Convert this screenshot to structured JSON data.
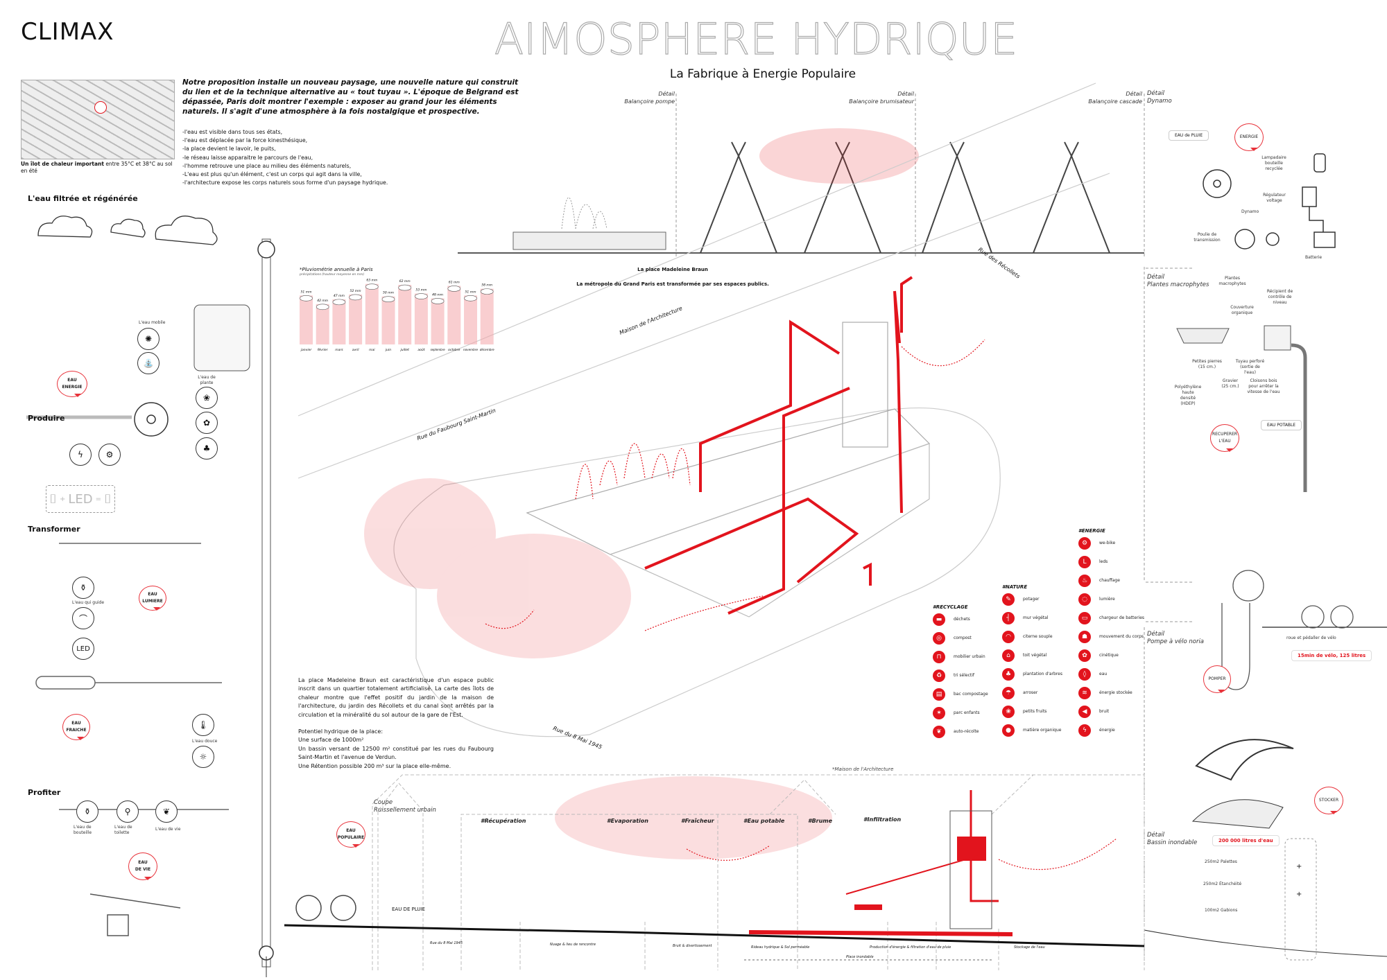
{
  "header": {
    "brand": "CLIMAX",
    "title": "AIMOSPHERE HYDRIQUE",
    "subtitle": "La Fabrique à Energie Populaire"
  },
  "map": {
    "caption_bold": "Un îlot de chaleur important",
    "caption_rest": " entre 35°C et 38°C au sol en été"
  },
  "intro": {
    "lead": "Notre proposition installe un nouveau paysage, une nouvelle nature qui construit du lien et de la technique alternative au « tout tuyau ». L'époque de Belgrand est dépassée, Paris doit montrer l'exemple : exposer au grand jour les éléments naturels. Il s'agit d'une atmosphère à la fois nostalgique et prospective.",
    "bullets": [
      "-l'eau est visible dans tous ses états,",
      "-l'eau est déplacée par la force kinesthésique,",
      "-la place devient le lavoir, le puits,",
      "-le réseau laisse apparaitre le parcours de l'eau,",
      "-l'homme retrouve une place au milieu des éléments naturels,",
      "-L'eau est plus qu'un élément, c'est un corps qui agit dans la ville,",
      "-l'architecture expose les corps naturels sous forme d'un paysage hydrique."
    ]
  },
  "left": {
    "heading": "L'eau filtrée et régénérée",
    "stages": [
      "Produire",
      "Transformer",
      "Profiter"
    ],
    "icon_labels": {
      "mobile": "L'eau mobile",
      "plante": "L'eau de plante",
      "guide": "L'eau qui guide",
      "douce": "L'eau douce",
      "bouteille": "L'eau de bouteille",
      "toilette": "L'eau de toilette",
      "vie": "L'eau de vie"
    },
    "led_formula": [
      "+",
      "LED",
      "="
    ],
    "led_icon": "LED",
    "bubbles": {
      "energie": [
        "EAU",
        "ENERGIE"
      ],
      "lumiere": [
        "EAU",
        "LUMIERE"
      ],
      "fraiche": [
        "EAU",
        "FRAICHE"
      ],
      "vie": [
        "EAU",
        "DE VIE"
      ],
      "populaire": [
        "EAU",
        "POPULAIRE"
      ]
    }
  },
  "top_details": [
    {
      "title": "Détail",
      "name": "Balançoire pompe"
    },
    {
      "title": "Détail",
      "name": "Balançoire brumisateur"
    },
    {
      "title": "Détail",
      "name": "Balançoire cascade"
    },
    {
      "title": "Détail",
      "name": "Dynamo"
    }
  ],
  "chart_data": {
    "type": "bar",
    "title": "*Pluviométrie annuelle à Paris",
    "subtitle": "précipitations (hauteur moyenne en mm)",
    "categories": [
      "janvier",
      "février",
      "mars",
      "avril",
      "mai",
      "juin",
      "juillet",
      "août",
      "septembre",
      "octobre",
      "novembre",
      "décembre"
    ],
    "values": [
      51,
      42,
      47,
      52,
      63,
      50,
      62,
      53,
      48,
      61,
      51,
      58
    ],
    "labels": [
      "51 mm",
      "42 mm",
      "47 mm",
      "52 mm",
      "63 mm",
      "50 mm",
      "62 mm",
      "53 mm",
      "48 mm",
      "61 mm",
      "51 mm",
      "58 mm"
    ],
    "unit": "mm",
    "ylim": [
      0,
      70
    ],
    "color": "#f4a6aa"
  },
  "plan": {
    "title": "La place Madeleine Braun",
    "subtitle": "La métropole du Grand Paris est transformée par ses espaces publics.",
    "streets": [
      "Maison de l'Architecture",
      "Rue du Faubourg Saint-Martin",
      "Rue des Récollets",
      "Rue du 8 Mai 1945"
    ]
  },
  "description": {
    "paragraph": "La place Madeleine Braun est caractéristique d'un espace public inscrit dans un quartier totalement artificialisé. La carte des îlots de chaleur montre que l'effet positif du jardin de la maison de l'architecture, du jardin des Récollets et du canal sont arrêtés par la circulation et la minéralité du sol autour de la gare de l'Est.",
    "potential_title": "Potentiel hydrique de la place:",
    "potential_lines": [
      "Une surface de 1000m²",
      "Un bassin versant de 12500 m² constitué par les rues du Faubourg Saint-Martin et l'avenue de Verdun.",
      "Une Rétention possible 200 m³ sur la place elle-même."
    ]
  },
  "legend": {
    "recyclage": {
      "title": "#RECYCLAGE",
      "items": [
        {
          "icon": "trash-icon",
          "glyph": "▬",
          "label": "déchets"
        },
        {
          "icon": "compost-icon",
          "glyph": "◎",
          "label": "compost"
        },
        {
          "icon": "bench-icon",
          "glyph": "⊓",
          "label": "mobilier urbain"
        },
        {
          "icon": "recycle-icon",
          "glyph": "♻",
          "label": "tri sélectif"
        },
        {
          "icon": "bin-icon",
          "glyph": "▤",
          "label": "bac compostage"
        },
        {
          "icon": "playground-icon",
          "glyph": "✶",
          "label": "parc enfants"
        },
        {
          "icon": "harvest-icon",
          "glyph": "❦",
          "label": "auto-récolte"
        }
      ]
    },
    "nature": {
      "title": "#NATURE",
      "items": [
        {
          "icon": "carrot-icon",
          "glyph": "✎",
          "label": "potager"
        },
        {
          "icon": "green-wall-icon",
          "glyph": "┤",
          "label": "mur végétal"
        },
        {
          "icon": "tank-icon",
          "glyph": "◠",
          "label": "citerne souple"
        },
        {
          "icon": "green-roof-icon",
          "glyph": "⌂",
          "label": "toit végétal"
        },
        {
          "icon": "tree-icon",
          "glyph": "♣",
          "label": "plantation d'arbres"
        },
        {
          "icon": "watering-icon",
          "glyph": "☂",
          "label": "arroser"
        },
        {
          "icon": "fruit-icon",
          "glyph": "❀",
          "label": "petits fruits"
        },
        {
          "icon": "apple-icon",
          "glyph": "●",
          "label": "matière organique"
        }
      ]
    },
    "energie": {
      "title": "#ENERGIE",
      "items": [
        {
          "icon": "bike-icon",
          "glyph": "⚙",
          "label": "we-bike"
        },
        {
          "icon": "led-icon",
          "glyph": "L",
          "label": "leds"
        },
        {
          "icon": "flame-icon",
          "glyph": "♨",
          "label": "chauffage"
        },
        {
          "icon": "bulb-icon",
          "glyph": "◌",
          "label": "lumière"
        },
        {
          "icon": "battery-icon",
          "glyph": "▭",
          "label": "chargeur de batteries"
        },
        {
          "icon": "body-icon",
          "glyph": "☗",
          "label": "mouvement du corps"
        },
        {
          "icon": "gears-icon",
          "glyph": "✿",
          "label": "cinétique"
        },
        {
          "icon": "drop-icon",
          "glyph": "◊",
          "label": "eau"
        },
        {
          "icon": "stored-energy-icon",
          "glyph": "≋",
          "label": "énergie stockée"
        },
        {
          "icon": "megaphone-icon",
          "glyph": "◀",
          "label": "bruit"
        },
        {
          "icon": "lightning-icon",
          "glyph": "ϟ",
          "label": "énergie"
        }
      ]
    }
  },
  "right": {
    "dynamo": {
      "rain_box": "EAU de PLUIE",
      "bubble": "ENERGIE",
      "labels": [
        "Lampadaire bouteille recyclée",
        "Régulateur voltage",
        "Dynamo",
        "Poulie de transmission",
        "Batterie"
      ]
    },
    "macrophytes": {
      "title": "Détail",
      "name": "Plantes macrophytes",
      "labels": [
        "Plantes macrophytes",
        "Récipient de contrôle de niveau",
        "Couverture organique",
        "Petites pierres (15 cm.)",
        "Tuyau perforé (sortie de l'eau)",
        "Gravier (25 cm.)",
        "Cloisons bois pour arrêter la vitesse de l'eau",
        "Polyéthylène haute densité (HDEP)"
      ],
      "box": "EAU POTABLE",
      "bubble": [
        "RECUPERER",
        "L'EAU"
      ]
    },
    "noria": {
      "title": "Détail",
      "name": "Pompe à vélo noria",
      "caption": "roue et pédaller de vélo",
      "highlight": "15min de vélo, 125 litres",
      "bubble": "POMPER"
    },
    "bassin": {
      "title": "Détail",
      "name": "Bassin inondable",
      "highlight": "200 000 litres d'eau",
      "items": [
        "250m2 Palettes",
        "250m2 Étanchéité",
        "100m2 Gabions"
      ],
      "bubble": "STOCKER",
      "plus": "+"
    }
  },
  "section": {
    "title": "Coupe",
    "name": "Ruissellement urbain",
    "maison": "*Maison de l'Architecture",
    "rain": "EAU DE PLUIE",
    "tags": [
      "#Récupération",
      "#Evaporation",
      "#Fraîcheur",
      "#Eau potable",
      "#Brume",
      "#Infiltration"
    ],
    "zones": [
      "Rue du 8 Mai 1945",
      "Nuage & lieu de rencontre",
      "Bruit & divertissement",
      "Rideau hydrique & Sol perméable",
      "Production d'énergie & filtration d'eau de pluie",
      "Stockage de l'eau"
    ],
    "span_label": "Place inondable"
  },
  "colors": {
    "accent": "#e2141d",
    "bubble": "#e8323a",
    "rain": "#f4a6aa",
    "line": "#999999"
  }
}
